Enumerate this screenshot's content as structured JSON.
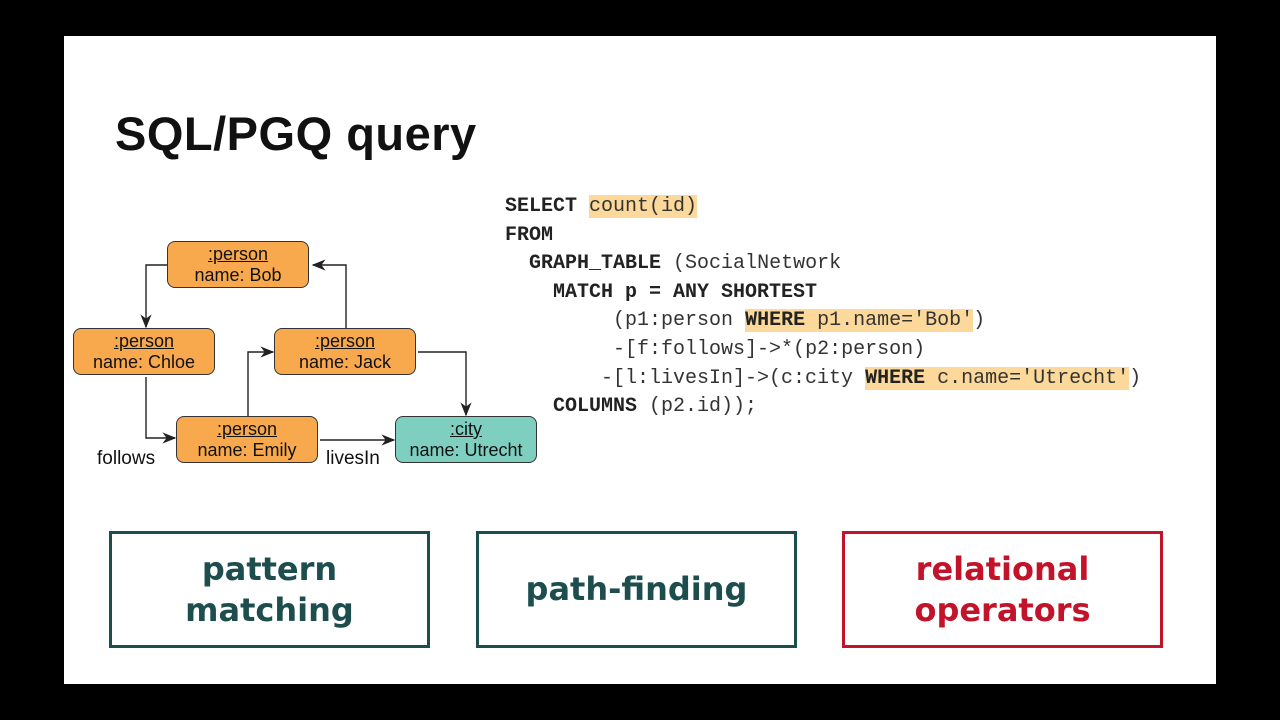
{
  "slide": {
    "title": "SQL/PGQ query"
  },
  "graph": {
    "nodes": [
      {
        "label": ":person",
        "name": "name: Bob"
      },
      {
        "label": ":person",
        "name": "name: Chloe"
      },
      {
        "label": ":person",
        "name": "name: Jack"
      },
      {
        "label": ":person",
        "name": "name: Emily"
      },
      {
        "label": ":city",
        "name": "name: Utrecht"
      }
    ],
    "edge_labels": {
      "follows": "follows",
      "livesIn": "livesIn"
    },
    "colors": {
      "person": "#f8a94d",
      "city": "#7fcfc1"
    }
  },
  "code": {
    "l1_kw": "SELECT",
    "l1_hl": "count(id)",
    "l2_kw": "FROM",
    "l3_kw": "GRAPH_TABLE",
    "l3_rest": " (SocialNetwork",
    "l4_kw": "MATCH p = ANY SHORTEST",
    "l5_pre": "(p1:person ",
    "l5_hl_kw": "WHERE",
    "l5_hl": " p1.name='Bob'",
    "l5_post": ")",
    "l6": "-[f:follows]->*(p2:person)",
    "l7_pre": "-[l:livesIn]->(c:city ",
    "l7_hl_kw": "WHERE",
    "l7_hl": " c.name='Utrecht'",
    "l7_post": ")",
    "l8_kw": "COLUMNS",
    "l8_rest": " (p2.id));",
    "highlight_color": "#fcd99a"
  },
  "features": [
    {
      "line1": "pattern",
      "line2": "matching",
      "color": "#1e4d4e"
    },
    {
      "line1": "path-finding",
      "line2": "",
      "color": "#1e4d4e"
    },
    {
      "line1": "relational",
      "line2": "operators",
      "color": "#c2132b"
    }
  ]
}
